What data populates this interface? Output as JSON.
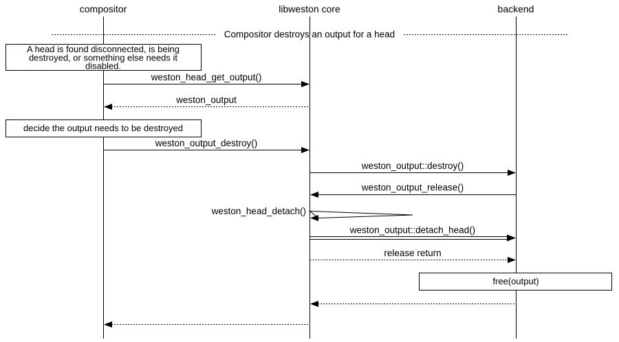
{
  "diagram": {
    "type": "sequence",
    "background_color": "#ffffff",
    "line_color": "#000000",
    "actors": [
      {
        "name": "compositor"
      },
      {
        "name": "libweston core"
      },
      {
        "name": "backend"
      }
    ],
    "divider": {
      "text": "Compositor destroys an output for a head"
    },
    "notes": [
      {
        "lines": [
          "A head is found disconnected, is being",
          "destroyed, or something else needs it",
          "disabled."
        ]
      },
      {
        "lines": [
          "decide the output needs to be destroyed"
        ]
      },
      {
        "lines": [
          "free(output)"
        ]
      }
    ],
    "messages": [
      {
        "label": "weston_head_get_output()",
        "from": "compositor",
        "to": "libweston core",
        "style": "solid"
      },
      {
        "label": "weston_output",
        "from": "libweston core",
        "to": "compositor",
        "style": "dotted"
      },
      {
        "label": "weston_output_destroy()",
        "from": "compositor",
        "to": "libweston core",
        "style": "solid"
      },
      {
        "label": "weston_output::destroy()",
        "from": "libweston core",
        "to": "backend",
        "style": "solid"
      },
      {
        "label": "weston_output_release()",
        "from": "backend",
        "to": "libweston core",
        "style": "solid"
      },
      {
        "label": "weston_head_detach()",
        "from": "libweston core",
        "to": "libweston core",
        "style": "self"
      },
      {
        "label": "weston_output::detach_head()",
        "from": "libweston core",
        "to": "backend",
        "style": "solid-double"
      },
      {
        "label": "release return",
        "from": "libweston core",
        "to": "backend",
        "style": "dotted"
      },
      {
        "label": "",
        "from": "backend",
        "to": "libweston core",
        "style": "dotted"
      },
      {
        "label": "",
        "from": "libweston core",
        "to": "compositor",
        "style": "dotted"
      }
    ]
  }
}
